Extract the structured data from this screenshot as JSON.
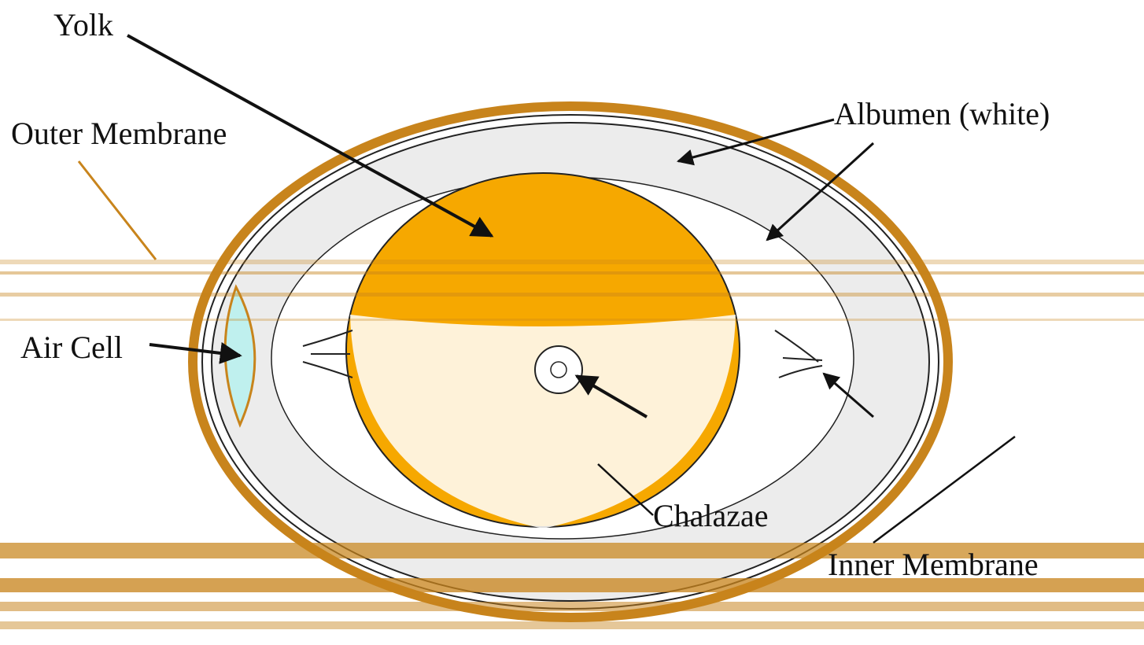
{
  "diagram": {
    "labels": {
      "yolk": "Yolk",
      "outer_membrane": "Outer Membrane",
      "albumen": "Albumen (white)",
      "air_cell": "Air Cell",
      "chalazae": "Chalazae",
      "inner_membrane": "Inner Membrane"
    },
    "colors": {
      "shell": "#c8841c",
      "yolk": "#f6a800",
      "albumen": "#ececec",
      "air_cell": "#bff0ee",
      "outline": "#222222",
      "background": "#ffffff"
    }
  }
}
